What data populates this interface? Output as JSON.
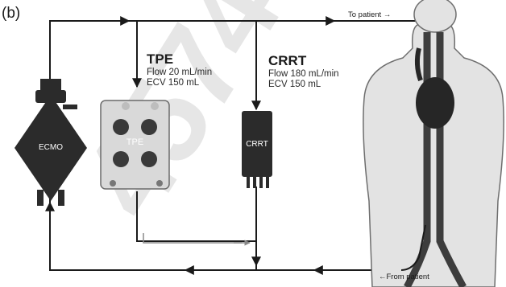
{
  "figure": {
    "panel_label": "(b)"
  },
  "devices": {
    "ecmo": {
      "label": "ECMO"
    },
    "tpe": {
      "label": "TPE"
    },
    "crrt": {
      "label": "CRRT"
    }
  },
  "tpe_info": {
    "heading": "TPE",
    "flow": "Flow 20 mL/min",
    "ecv": "ECV 150 mL"
  },
  "crrt_info": {
    "heading": "CRRT",
    "flow": "Flow 180 mL/min",
    "ecv": "ECV 150 mL"
  },
  "flow_labels": {
    "to_patient": "To patient →",
    "from_patient": "←From patient"
  },
  "watermark": {
    "text": "4574"
  },
  "colors": {
    "wire": "#1a1a1a",
    "device_dark": "#2b2b2b",
    "vessel": "#3d3d3d",
    "heart": "#262626"
  }
}
